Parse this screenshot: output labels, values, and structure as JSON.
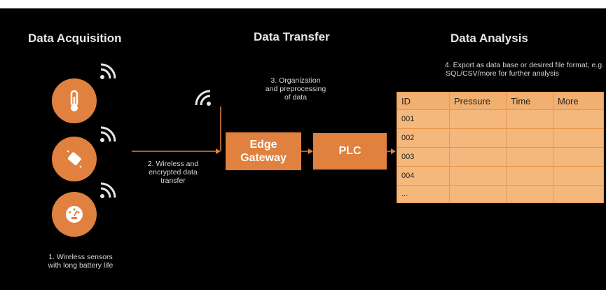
{
  "titles": {
    "acquisition": "Data Acquisition",
    "transfer": "Data Transfer",
    "analysis": "Data Analysis"
  },
  "notes": {
    "sensors_l1": "1. Wireless sensors",
    "sensors_l2": "with long battery life",
    "transfer_l1": "2. Wireless and",
    "transfer_l2": "encrypted data",
    "transfer_l3": "transfer",
    "prep_l1": "3. Organization",
    "prep_l2": "and preprocessing",
    "prep_l3": "of data",
    "export_l1": "4. Export as data base or desired file format, e.g.",
    "export_l2": "SQL/CSV/more for further analysis"
  },
  "boxes": {
    "gateway_l1": "Edge",
    "gateway_l2": "Gateway",
    "plc": "PLC"
  },
  "table": {
    "headers": [
      "ID",
      "Pressure",
      "Time",
      "More"
    ],
    "rows": [
      "001",
      "002",
      "003",
      "004",
      "..."
    ]
  },
  "icons": [
    "wifi-icon",
    "thermometer-icon",
    "sensor-tag-icon",
    "gauge-icon"
  ],
  "colors": {
    "accent": "#e0813f",
    "table_fill": "#f4b87d",
    "background": "#000000"
  }
}
